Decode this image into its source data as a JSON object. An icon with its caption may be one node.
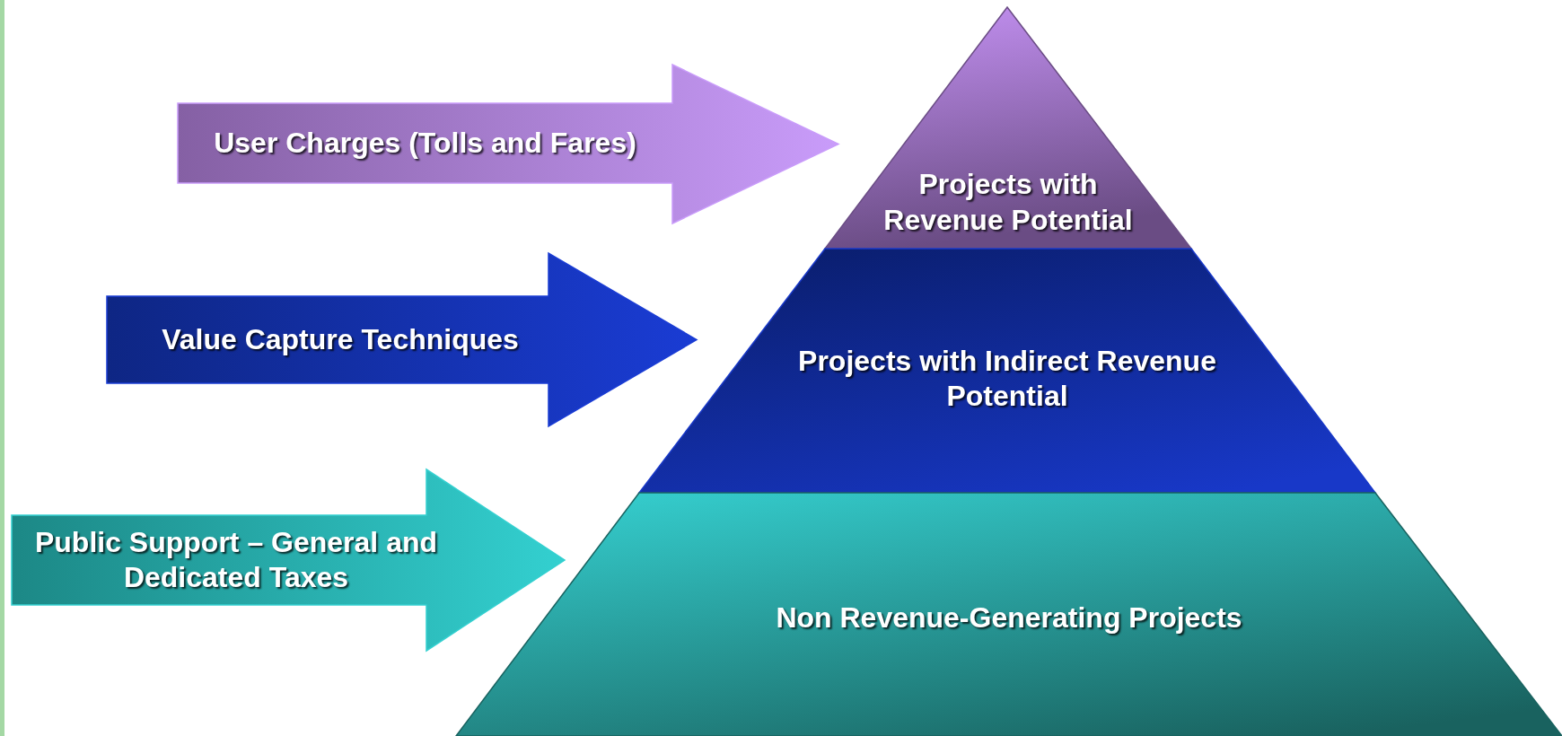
{
  "diagram": {
    "nodes": [
      {
        "text": [
          "User Charges (Tolls and Fares)"
        ]
      },
      {
        "text": [
          "Value Capture Techniques"
        ]
      },
      {
        "text": [
          "Public Support – General and Dedicated Taxes"
        ]
      },
      {
        "text": [
          "Projects with Revenue Potential"
        ]
      },
      {
        "text": [
          "Projects with Indirect Revenue Potential"
        ]
      },
      {
        "text": [
          "Non Revenue-Generating Projects"
        ]
      }
    ]
  }
}
